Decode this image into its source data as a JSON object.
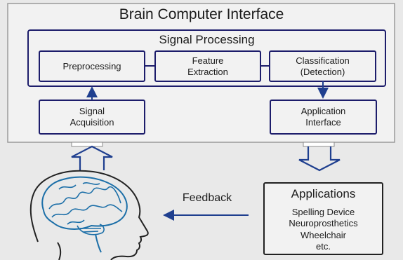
{
  "diagram": {
    "title": "Brain Computer Interface",
    "signal_processing": {
      "title": "Signal Processing",
      "preprocessing": "Preprocessing",
      "feature_extraction": [
        "Feature",
        "Extraction"
      ],
      "classification": [
        "Classification",
        "(Detection)"
      ]
    },
    "signal_acquisition": [
      "Signal",
      "Acquisition"
    ],
    "application_interface": [
      "Application",
      "Interface"
    ],
    "feedback": "Feedback",
    "applications": {
      "title": "Applications",
      "items": [
        "Spelling Device",
        "Neuroprosthetics",
        "Wheelchair",
        "etc."
      ]
    }
  },
  "colors": {
    "box_border": "#1d1d6b",
    "arrow": "#1f3f8f",
    "panel_fill": "#f2f2f2",
    "background": "#e9e9e9",
    "brain_line": "#1c6fa8",
    "head_line": "#222222"
  }
}
